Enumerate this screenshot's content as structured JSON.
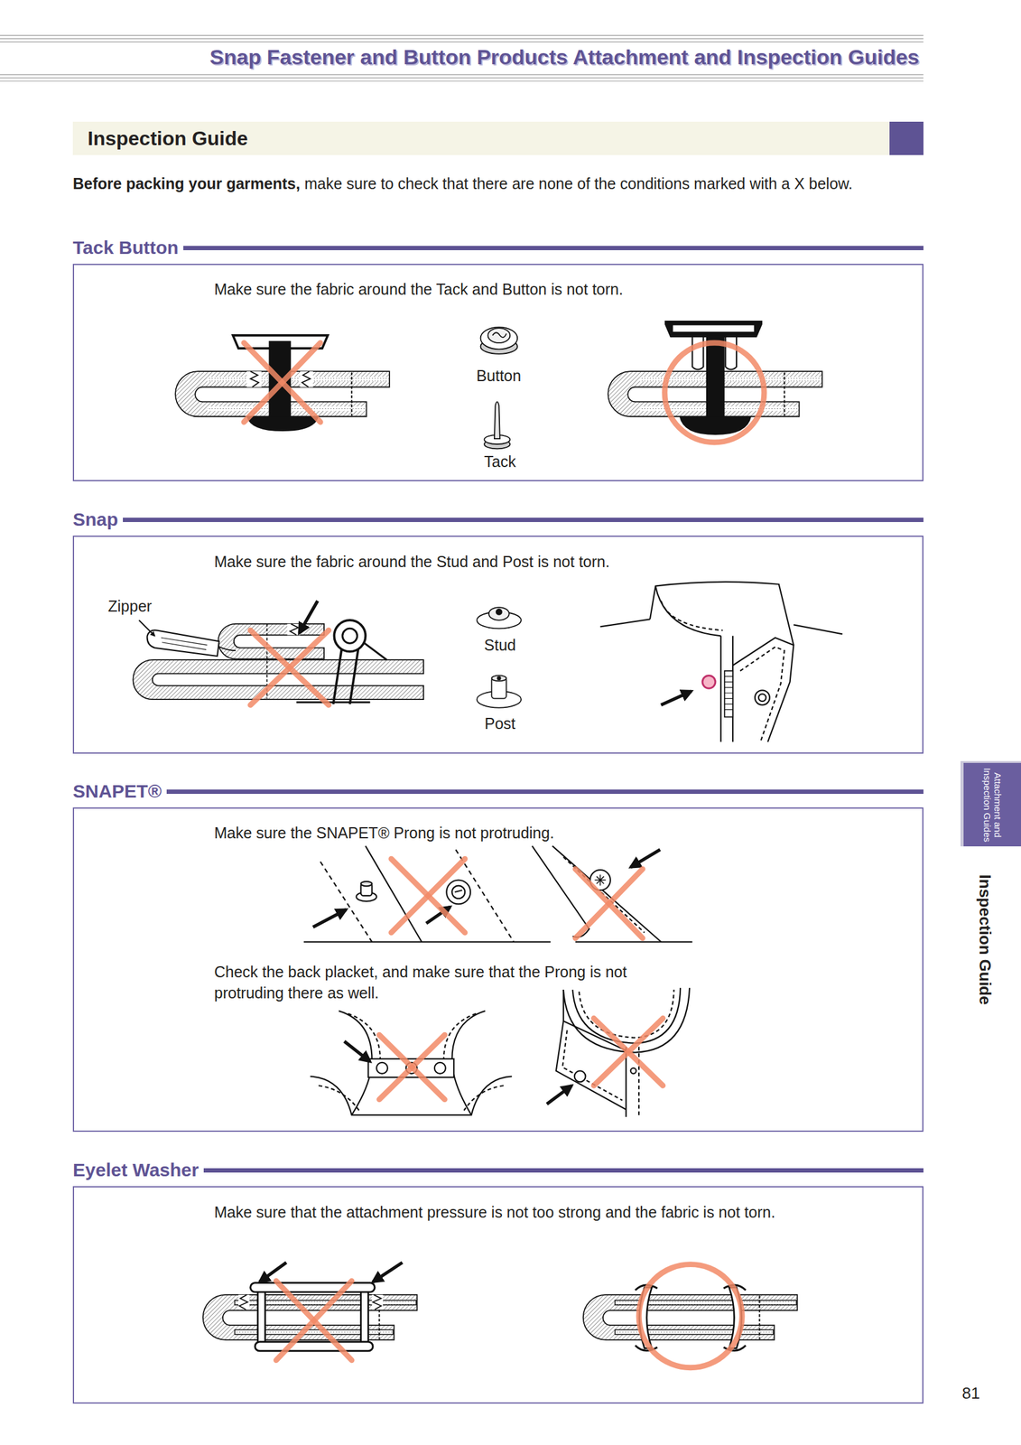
{
  "diagram": {
    "title": "Snap Fastener and Button Products Attachment and Inspection Guides",
    "nodes": [
      {
        "text": [
          "Inspection Guide"
        ]
      },
      {
        "text": [
          "Tack Button",
          "Make sure the fabric around the Tack and Button is not torn."
        ]
      },
      {
        "text": [
          "Snap",
          "Make sure the fabric around the Stud and Post is not torn."
        ]
      },
      {
        "text": [
          "SNAPET®",
          "Make sure the SNAPET® Prong is not protruding.",
          "Check the back placket, and make sure that the Prong is not protruding there as well."
        ]
      },
      {
        "text": [
          "Eyelet Washer",
          "Make sure that the attachment pressure is not too strong and the fabric is not torn."
        ]
      },
      {
        "text": [
          "Attachment and Inspection Guides"
        ]
      }
    ],
    "labels": [
      "Before packing your garments,",
      "make sure to check that there are none of the conditions marked with a X below.",
      "Button",
      "Tack",
      "Zipper",
      "Stud",
      "Post",
      "Inspection Guide",
      "81"
    ]
  }
}
